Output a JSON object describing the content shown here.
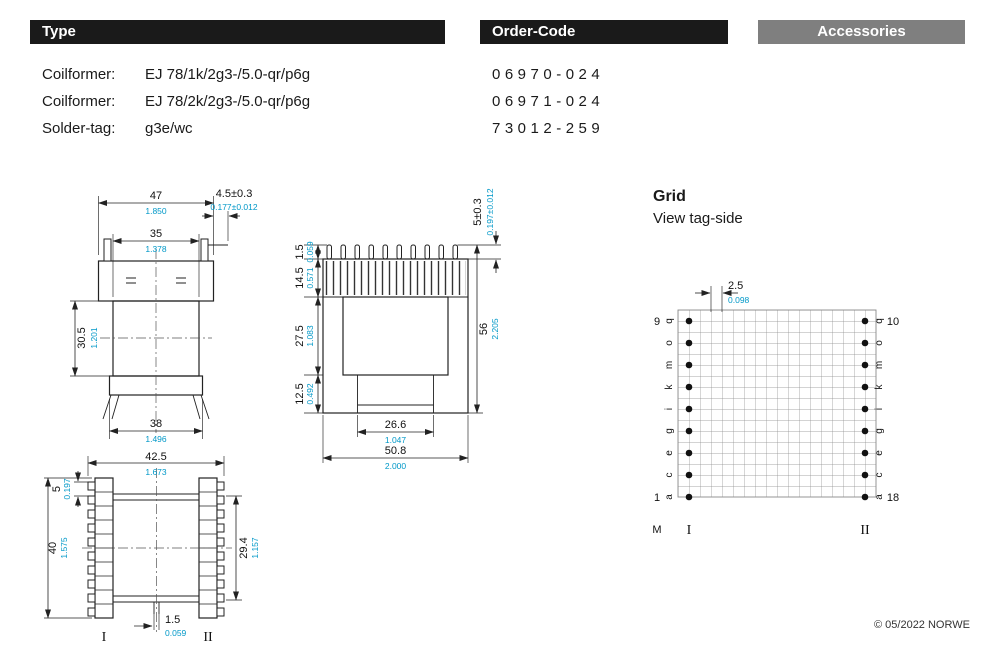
{
  "page": {
    "footer": "© 05/2022 NORWE"
  },
  "colors": {
    "accent_inch_blue": "#0098C8",
    "bar_black": "#1A1A1A",
    "bar_gray": "#7F7F7F"
  },
  "header": {
    "type": "Type",
    "order_code": "Order-Code",
    "accessories": "Accessories"
  },
  "products": [
    {
      "kind": "Coilformer:",
      "name": "EJ 78/1k/2g3-/5.0-qr/p6g",
      "code": "06970-024"
    },
    {
      "kind": "Coilformer:",
      "name": "EJ 78/2k/2g3-/5.0-qr/p6g",
      "code": "06971-024"
    },
    {
      "kind": "Solder-tag:",
      "name": "g3e/wc",
      "code": "73012-259"
    }
  ],
  "front_view": {
    "w_outer": {
      "mm": "47",
      "in": "1.850"
    },
    "pin_offset": {
      "mm": "4.5±0.3",
      "in": "0.177±0.012"
    },
    "w_inner": {
      "mm": "35",
      "in": "1.378"
    },
    "h_body": {
      "mm": "30.5",
      "in": "1.201"
    },
    "w_base": {
      "mm": "38",
      "in": "1.496"
    }
  },
  "side_view": {
    "pin_tip": {
      "mm": "1.5",
      "in": "0.059"
    },
    "h_flange": {
      "mm": "14.5",
      "in": "0.571"
    },
    "h_window": {
      "mm": "27.5",
      "in": "1.083"
    },
    "h_base": {
      "mm": "12.5",
      "in": "0.492"
    },
    "w_window": {
      "mm": "26.6",
      "in": "1.047"
    },
    "w_overall": {
      "mm": "50.8",
      "in": "2.000"
    },
    "h_overall": {
      "mm": "56",
      "in": "2.205"
    },
    "pin_len": {
      "mm": "5±0.3",
      "in": "0.197±0.012"
    }
  },
  "bottom_view": {
    "w_overall": {
      "mm": "42.5",
      "in": "1.673"
    },
    "pin_pitch": {
      "mm": "5",
      "in": "0.197"
    },
    "h_overall": {
      "mm": "40",
      "in": "1.575"
    },
    "h_inner": {
      "mm": "29.4",
      "in": "1.157"
    },
    "rib": {
      "mm": "1.5",
      "in": "0.059"
    },
    "row_1": "I",
    "row_2": "II"
  },
  "grid": {
    "title": "Grid",
    "subtitle": "View tag-side",
    "pitch": {
      "mm": "2.5",
      "in": "0.098"
    },
    "left": {
      "top_pin": "9",
      "bottom_pin": "1"
    },
    "right": {
      "top_pin": "10",
      "bottom_pin": "18"
    },
    "letters": [
      "q",
      "o",
      "m",
      "k",
      "i",
      "g",
      "e",
      "c",
      "a"
    ],
    "m_label": "M",
    "row_1": "I",
    "row_2": "II"
  }
}
